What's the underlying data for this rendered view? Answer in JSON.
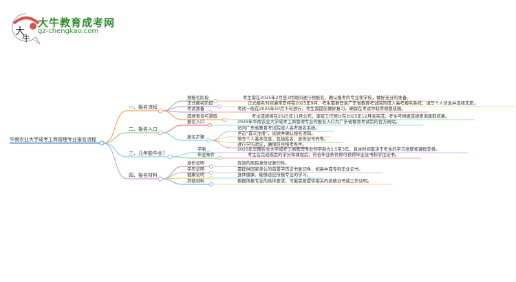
{
  "logo": {
    "title": "大牛教育成考网",
    "url": "gz-chengkao.com",
    "mark": "大牛"
  },
  "root": "华南农业大学成考工商管理专业报名流程",
  "colors": {
    "root": "#5b9bd5",
    "branch1": "#f7a35c",
    "branch2": "#8fd18a",
    "branch3": "#7dd8e6",
    "branch4": "#c6a1e2"
  },
  "branches": [
    {
      "label": "一、报名流程",
      "items": [
        {
          "label": "预报名阶段",
          "text": "考生需在2025年2月至3月期间进行预报名，确认报考的专业和学校，做好充分的准备。"
        },
        {
          "label": "正式报名阶段",
          "text": "正式报名时间通常安排在2025年9月，考生需要登录广东省教育考试院的成人高考报名系统，填写个人信息并选择志愿。"
        },
        {
          "label": "考试准备",
          "text": "考试一般在2025年10月下旬进行，考生需提前做好复习，确保在考试中取得理想成绩。"
        },
        {
          "label": "成绩查询与录取",
          "text": "考试成绩将在2025年11月公布，录取工作预计在2025年12月底完成，考生可根据成绩查询录取结果。"
        }
      ]
    },
    {
      "label": "二、报名入口",
      "items": [
        {
          "label": "报名入口",
          "text": "2025年华南农业大学成考工商管理专业的报名入口为广东省教育考试院的官方网站。"
        },
        {
          "label": "报名步骤",
          "steps": [
            "访问广东省教育考试院成人高考报名系统。",
            "点击“首次注册”，阅读并确认报名须知。",
            "填写个人基本信息，包括姓名、身份证号码等。",
            "进行学历验证，确保符合报考条件。"
          ]
        }
      ]
    },
    {
      "label": "三、几年能毕业？",
      "items": [
        {
          "label": "学制",
          "text": "2025年华南农业大学成考工商管理专业的学制为2.5至3年，具体时间取决于考生的学习进度和课程安排。"
        },
        {
          "label": "毕业条件",
          "text": "考生在完成规定的学分和课程后，符合毕业条件即可获得毕业证书和学位证书。"
        }
      ]
    },
    {
      "label": "四、报名材料",
      "items": [
        {
          "label": "身份证明",
          "text": "有效的居民身份证复印件。"
        },
        {
          "label": "学历证明",
          "text": "需提供国家承认的前置学历证书复印件，如高中或专科毕业证书。"
        },
        {
          "label": "健康证明",
          "text": "身体健康，能够适应所报专业的学习。"
        },
        {
          "label": "其他材料",
          "text": "根据所报专业的具体要求，可能需要提供相关的资格证书或工作证明。"
        }
      ]
    }
  ]
}
